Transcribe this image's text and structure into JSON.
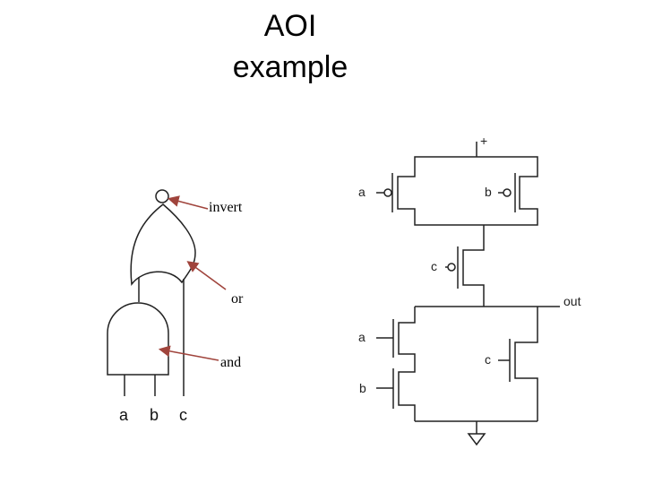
{
  "title": {
    "line1": "AOI",
    "line2": "example"
  },
  "gate_diagram": {
    "inputs": [
      "a",
      "b",
      "c"
    ],
    "annotations": {
      "invert": "invert",
      "or": "or",
      "and": "and"
    },
    "arrow_color": "#a0443c"
  },
  "transistor_diagram": {
    "supply": "+",
    "output": "out",
    "pmos_labels": {
      "a": "a",
      "b": "b",
      "c": "c"
    },
    "nmos_labels": {
      "a": "a",
      "b": "b",
      "c": "c"
    }
  }
}
